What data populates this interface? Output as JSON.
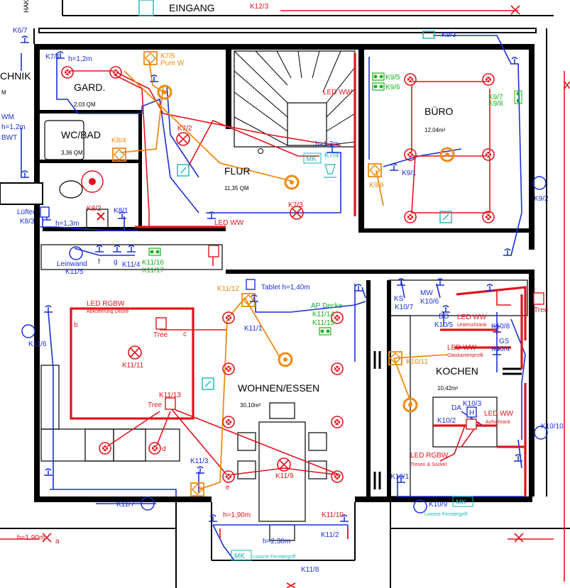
{
  "colors": {
    "wire_blue": "#1a2fd6",
    "wire_red": "#e0141c",
    "wire_orange": "#f08a12",
    "green": "#19b11f",
    "cyan": "#19b6b6"
  },
  "rooms": {
    "eingang": "EINGANG",
    "technik": "CHNIK",
    "technik_area": "M",
    "gard": "GARD.",
    "gard_area": "2,03 QM",
    "wcbad": "WC/BAD",
    "wcbad_area": "3,36 QM",
    "flur": "FLUR",
    "flur_area": "11,35 QM",
    "buero": "BÜRO",
    "buero_area": "12,04m²",
    "wohnen": "WOHNEN/ESSEN",
    "wohnen_area": "30,10m²",
    "kochen": "KOCHEN",
    "kochen_area": "10,42m²",
    "hak": "HAK"
  },
  "labels": {
    "k12_3": "K12/3",
    "k6_7": "K6/7",
    "k7_1": "K7/1",
    "h12": "h=1,2m",
    "k7_5": "K7/5",
    "pure_w": "Pure W",
    "k7_2": "K7/2",
    "wm": "WM",
    "h12b": "h=1,2m",
    "bwt": "BWT",
    "k8_4": "K8/4",
    "led_ww": "LED WW",
    "k9_3": "K9/3",
    "k9_5": "K9/5",
    "k9_6": "K9/6",
    "k9_7": "K9/7",
    "k9_8": "K9/8",
    "h13": "h=1,3m",
    "mk": "MK",
    "k7_4": "K7/4",
    "k9_1": "K9/1",
    "k9_9": "K9/9",
    "k9_2": "K9/2",
    "k7_3": "K7/3",
    "luefter": "Lüfter",
    "k8_3": "K8/3",
    "k8_2": "K8/2",
    "k8_1": "K8/1",
    "h13b": "h=1,3m",
    "led_ww2": "LED WW",
    "leinwand": "Leinwand",
    "k11_5": "K11/5",
    "k11_4": "K11/4",
    "k11_16": "K11/16",
    "k11_17": "K11/17",
    "f": "f",
    "g": "g",
    "led_rgbw": "LED RGBW",
    "abkofferung": "Abkofferung Decke",
    "tree": "Tree",
    "k11_11": "K11/11",
    "k11_13": "K11/13",
    "k11_12": "K11/12",
    "tablet": "Tablet h=1,40m",
    "k11_1": "K11/1",
    "ap_decke": "AP Decke",
    "k11_14": "K11/14",
    "k11_15": "K11/15",
    "k11_6": "K11/6",
    "k11_3": "K11/3",
    "k11_7": "K11/7",
    "k11_9": "K11/9",
    "k11_10": "K11/10",
    "k11_2": "K11/2",
    "k11_8": "K11/8",
    "h190": "h=1,90m",
    "h230": "h=2,30m",
    "loxone_fenster": "Loxone Fenstergriff",
    "h190b": "h=1,90m",
    "ks": "KS",
    "k10_7": "K10/7",
    "mw": "MW",
    "k10_6": "K10/6",
    "bo": "BO",
    "k10_5": "K10/5",
    "led_ww_unter": "LED WW",
    "unterschrank": "Unterschrank",
    "k10_8": "K10/8",
    "gs": "GS",
    "k10_4": "K10/4",
    "led_ww_glas": "LED WW",
    "glaskantenprofil": "Glaskantenprofil",
    "k10_11": "K10/11",
    "da": "DA",
    "h": "H",
    "k10_3": "K10/3",
    "k10_2": "K10/2",
    "led_ww_auf": "LED WW",
    "aufschrank": "Aufschrank",
    "tree2": "Tree",
    "led_rgbw2": "LED RGBW",
    "tresen": "Tresen & Sockel",
    "k10_10": "K10/10",
    "k10_1": "K10/1",
    "k10_9": "K10/9",
    "loxone_fenster2": "Loxone Fenstergriff",
    "tree3": "Tree",
    "a": "a",
    "b": "b",
    "c": "c",
    "d": "d",
    "e": "e"
  }
}
